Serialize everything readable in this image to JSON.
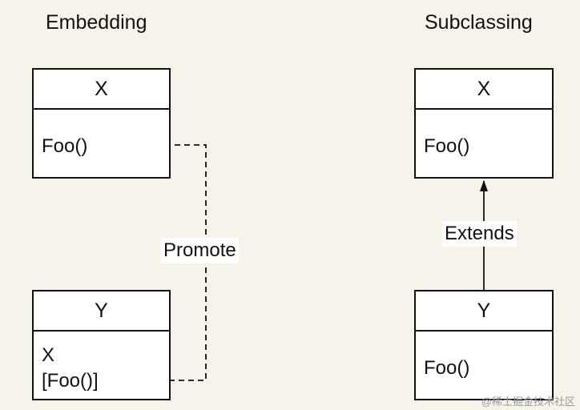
{
  "headings": {
    "left": "Embedding",
    "right": "Subclassing"
  },
  "embedding": {
    "box_x": {
      "title": "X",
      "members": [
        "Foo()"
      ]
    },
    "box_y": {
      "title": "Y",
      "members": [
        "X",
        "[Foo()]"
      ]
    },
    "relation_label": "Promote"
  },
  "subclassing": {
    "box_x": {
      "title": "X",
      "members": [
        "Foo()"
      ]
    },
    "box_y": {
      "title": "Y",
      "members": [
        "Foo()"
      ]
    },
    "relation_label": "Extends"
  },
  "watermark": "@稀土掘金技术社区",
  "colors": {
    "background": "#f6f3ea",
    "box_fill": "#ffffff",
    "stroke": "#111111"
  }
}
